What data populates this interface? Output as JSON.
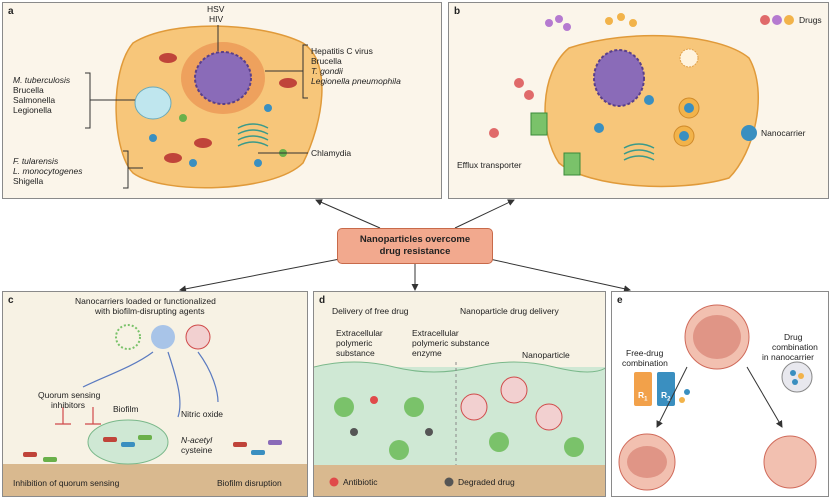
{
  "center": {
    "line1": "Nanoparticles overcome",
    "line2": "drug resistance"
  },
  "panel_a": {
    "label": "a",
    "virus_top1": "HSV",
    "virus_top2": "HIV",
    "right_group": [
      "Hepatitis C virus",
      "Brucella",
      "T. gondii",
      "Legionella pneumophila"
    ],
    "left_group1": [
      "M. tuberculosis",
      "Brucella",
      "Salmonella",
      "Legionella"
    ],
    "left_group2": [
      "F. tularensis",
      "L. monocytogenes",
      "Shigella"
    ],
    "chlamydia": "Chlamydia"
  },
  "panel_b": {
    "label": "b",
    "legend": "Drugs",
    "nanocarrier": "Nanocarrier",
    "efflux": "Efflux transporter"
  },
  "panel_c": {
    "label": "c",
    "title1": "Nanocarriers loaded or functionalized",
    "title2": "with biofilm-disrupting agents",
    "quorum1": "Quorum sensing",
    "quorum2": "inhibitors",
    "biofilm": "Biofilm",
    "nitric": "Nitric oxide",
    "acetyl1": "N-acetyl",
    "acetyl2": "cysteine",
    "inhibition": "Inhibition of quorum sensing",
    "disruption": "Biofilm disruption"
  },
  "panel_d": {
    "label": "d",
    "free": "Delivery of free drug",
    "nano_delivery": "Nanoparticle drug delivery",
    "eps1": [
      "Extracellular",
      "polymeric",
      "substance"
    ],
    "eps2": [
      "Extracellular",
      "polymeric substance",
      "enzyme"
    ],
    "nanoparticle": "Nanoparticle",
    "antibiotic": "Antibiotic",
    "degraded": "Degraded drug"
  },
  "panel_e": {
    "label": "e",
    "free_combo": [
      "Free-drug",
      "combination"
    ],
    "nano_combo": [
      "Drug",
      "combination",
      "in nanocarrier"
    ],
    "r1": "R",
    "r2": "R",
    "sub1": "1",
    "sub2": "2"
  },
  "colors": {
    "cell": "#f7c67a",
    "cell_edge": "#e09a3a",
    "nucleus": "#8a6bb8",
    "center_box": "#f2a98e",
    "panel_bg_light": "#f7f2e4",
    "biofilm_bg": "#cfe8d4",
    "antibiotic": "#e04a4a",
    "degraded": "#555555",
    "nanocarrier": "#3a8fc0"
  }
}
